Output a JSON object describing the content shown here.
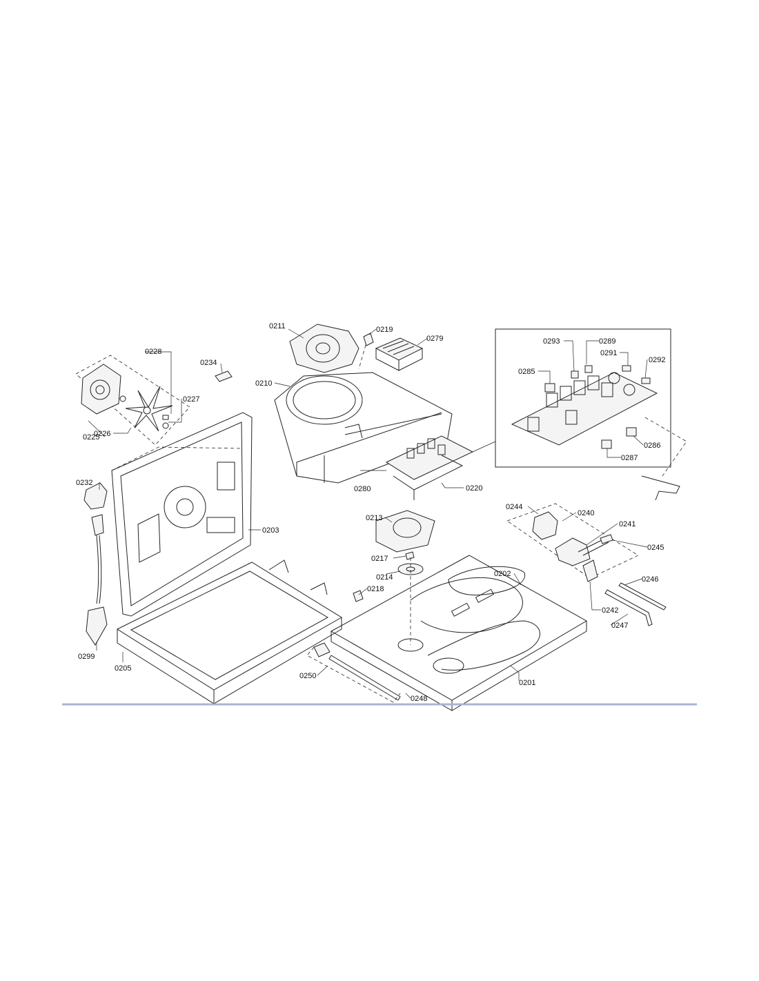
{
  "diagram": {
    "part_labels": [
      {
        "id": "0211",
        "text": "0211"
      },
      {
        "id": "0219",
        "text": "0219"
      },
      {
        "id": "0279",
        "text": "0279"
      },
      {
        "id": "0228",
        "text": "0228"
      },
      {
        "id": "0234",
        "text": "0234"
      },
      {
        "id": "0210",
        "text": "0210"
      },
      {
        "id": "0227",
        "text": "0227"
      },
      {
        "id": "0225",
        "text": "0225"
      },
      {
        "id": "0226",
        "text": "0226"
      },
      {
        "id": "0232",
        "text": "0232"
      },
      {
        "id": "0280",
        "text": "0280"
      },
      {
        "id": "0220",
        "text": "0220"
      },
      {
        "id": "0203",
        "text": "0203"
      },
      {
        "id": "0213",
        "text": "0213"
      },
      {
        "id": "0217",
        "text": "0217"
      },
      {
        "id": "0214",
        "text": "0214"
      },
      {
        "id": "0218",
        "text": "0218"
      },
      {
        "id": "0202",
        "text": "0202"
      },
      {
        "id": "0299",
        "text": "0299"
      },
      {
        "id": "0205",
        "text": "0205"
      },
      {
        "id": "0250",
        "text": "0250"
      },
      {
        "id": "0248",
        "text": "0248"
      },
      {
        "id": "0201",
        "text": "0201"
      },
      {
        "id": "0244",
        "text": "0244"
      },
      {
        "id": "0240",
        "text": "0240"
      },
      {
        "id": "0241",
        "text": "0241"
      },
      {
        "id": "0245",
        "text": "0245"
      },
      {
        "id": "0246",
        "text": "0246"
      },
      {
        "id": "0242",
        "text": "0242"
      },
      {
        "id": "0247",
        "text": "0247"
      },
      {
        "id": "0293",
        "text": "0293"
      },
      {
        "id": "0289",
        "text": "0289"
      },
      {
        "id": "0291",
        "text": "0291"
      },
      {
        "id": "0292",
        "text": "0292"
      },
      {
        "id": "0285",
        "text": "0285"
      },
      {
        "id": "0286",
        "text": "0286"
      },
      {
        "id": "0287",
        "text": "0287"
      }
    ],
    "colors": {
      "line": "#222222",
      "rule": "#aab4d6",
      "background": "#ffffff"
    }
  }
}
